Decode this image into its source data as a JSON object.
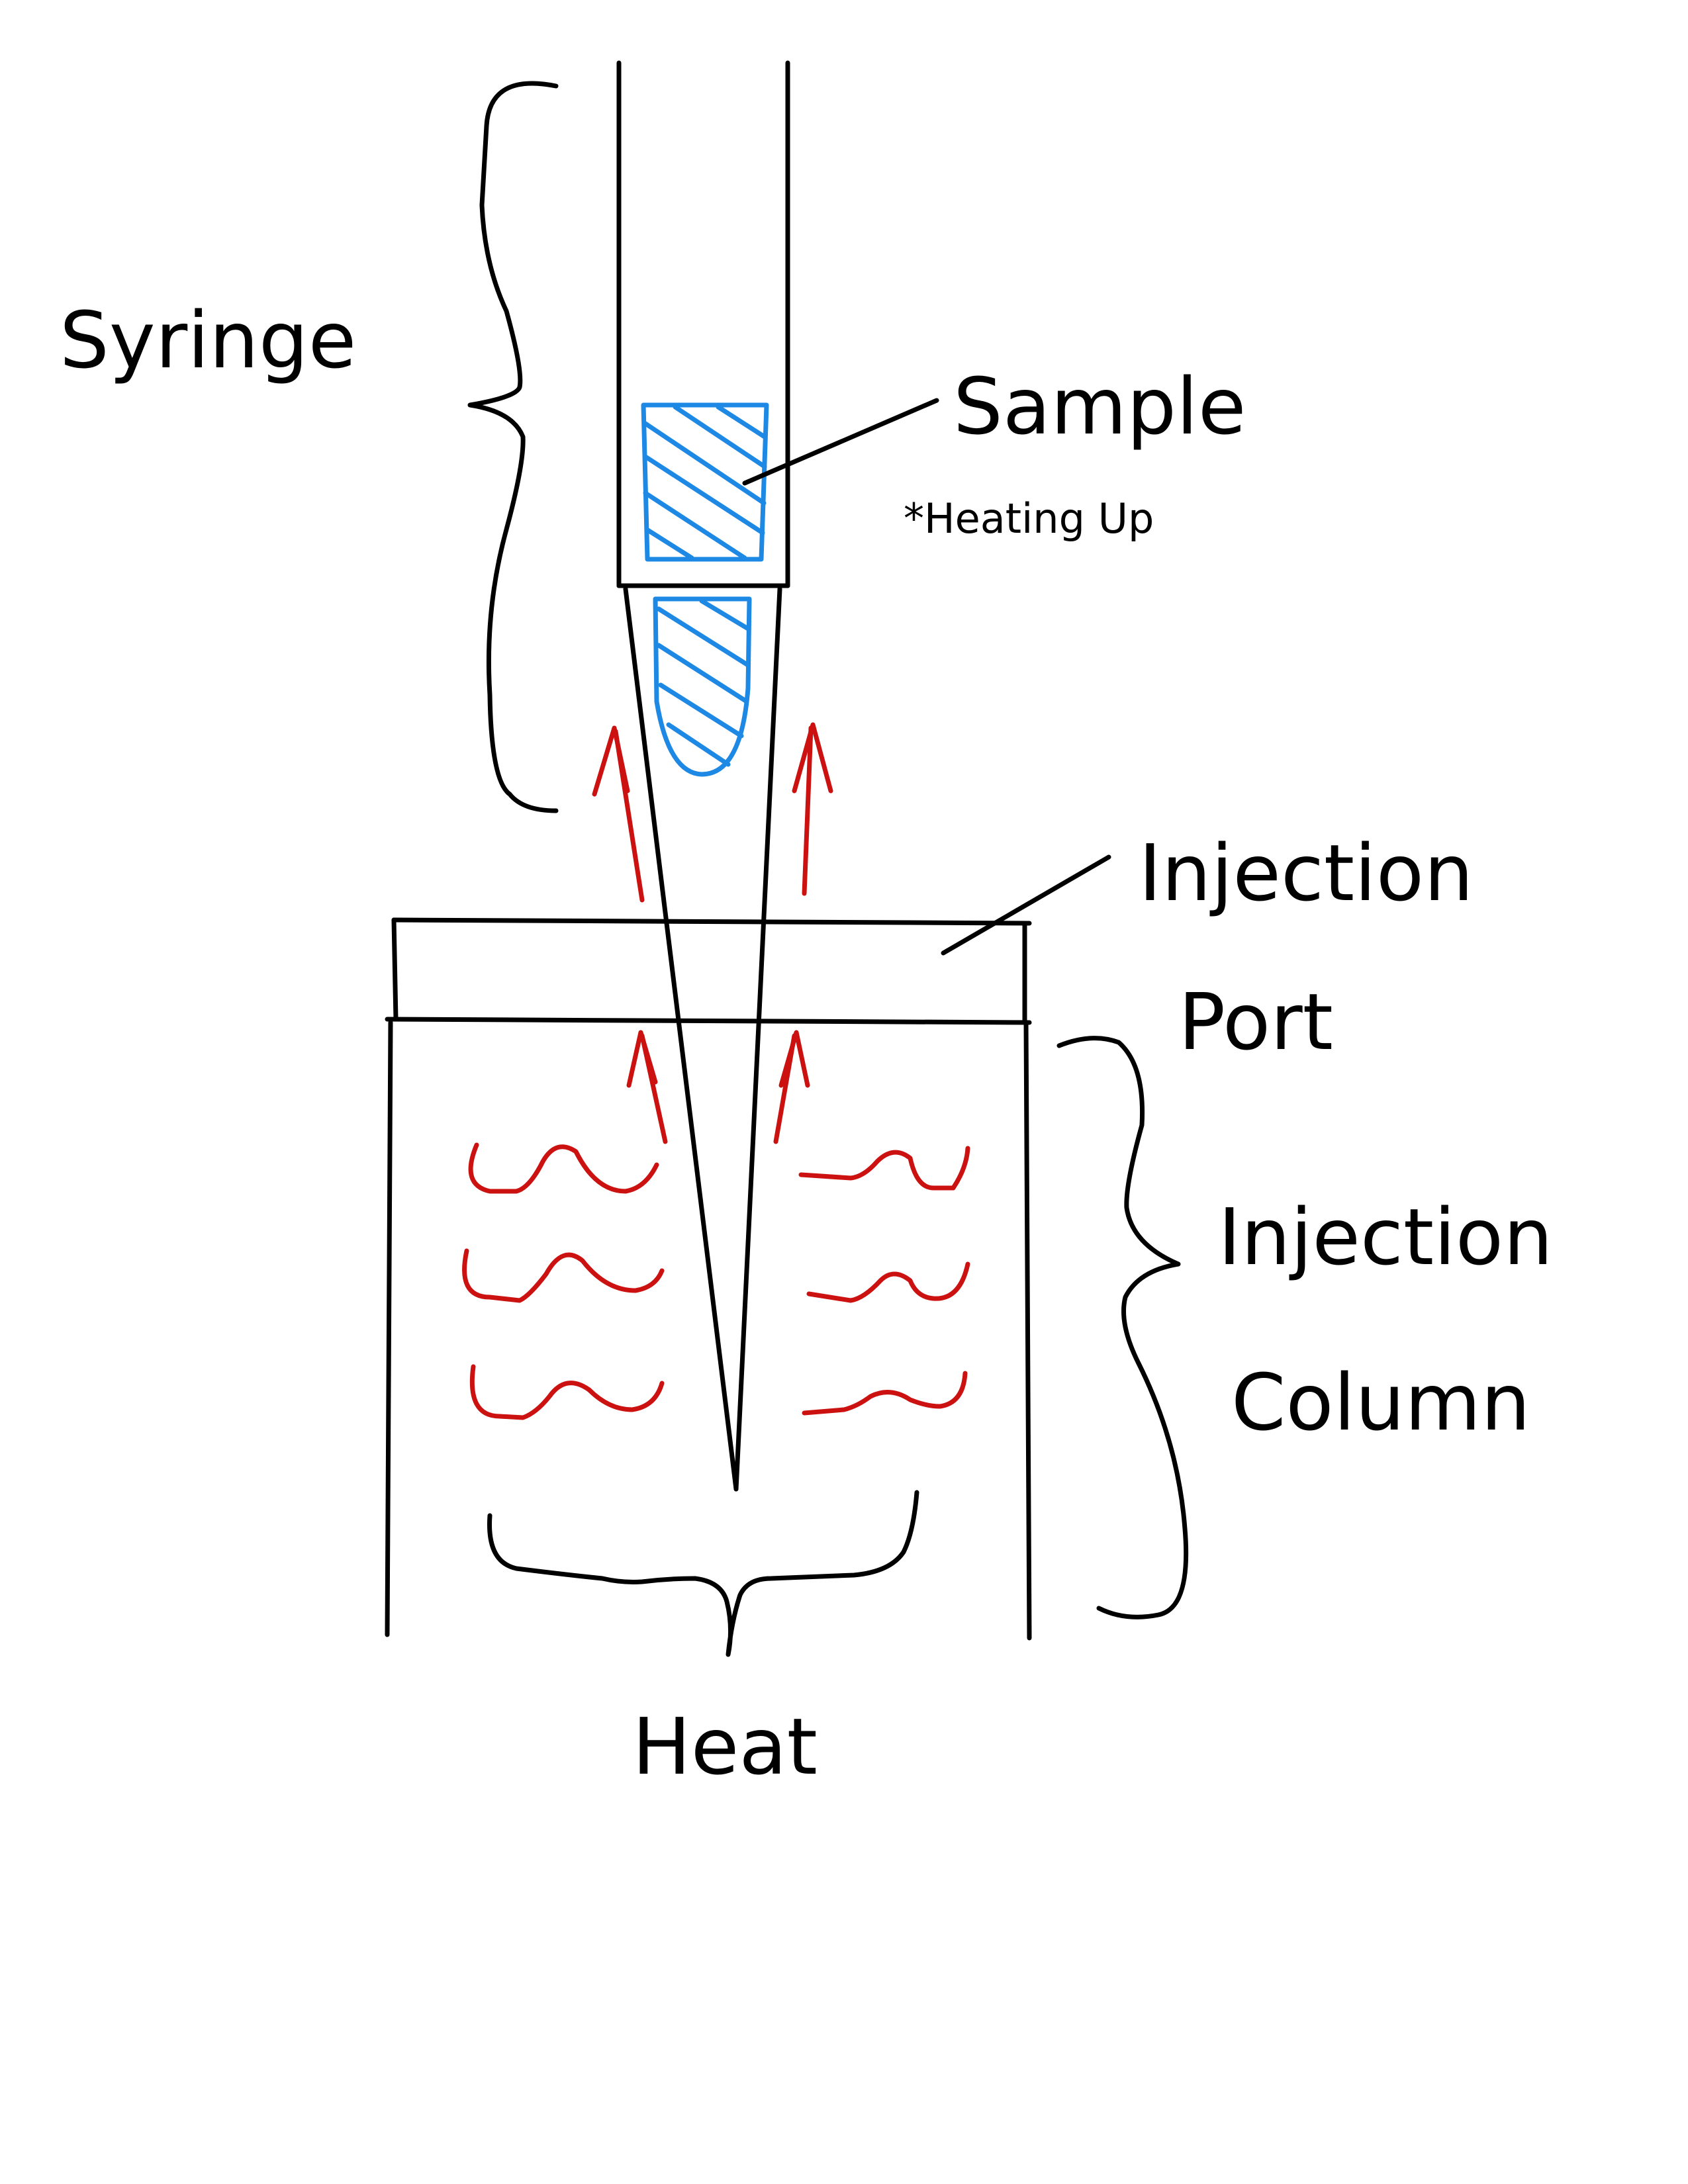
{
  "labels": {
    "syringe": "Syringe",
    "sample": "Sample",
    "sample_note": "*Heating Up",
    "injection_port_line1": "Injection",
    "injection_port_line2": "Port",
    "injection_column_line1": "Injection",
    "injection_column_line2": "Column",
    "heat": "Heat"
  },
  "colors": {
    "ink": "#000000",
    "heat_arrows": "#cc1111",
    "sample": "#1e88e5",
    "background": "#ffffff"
  }
}
